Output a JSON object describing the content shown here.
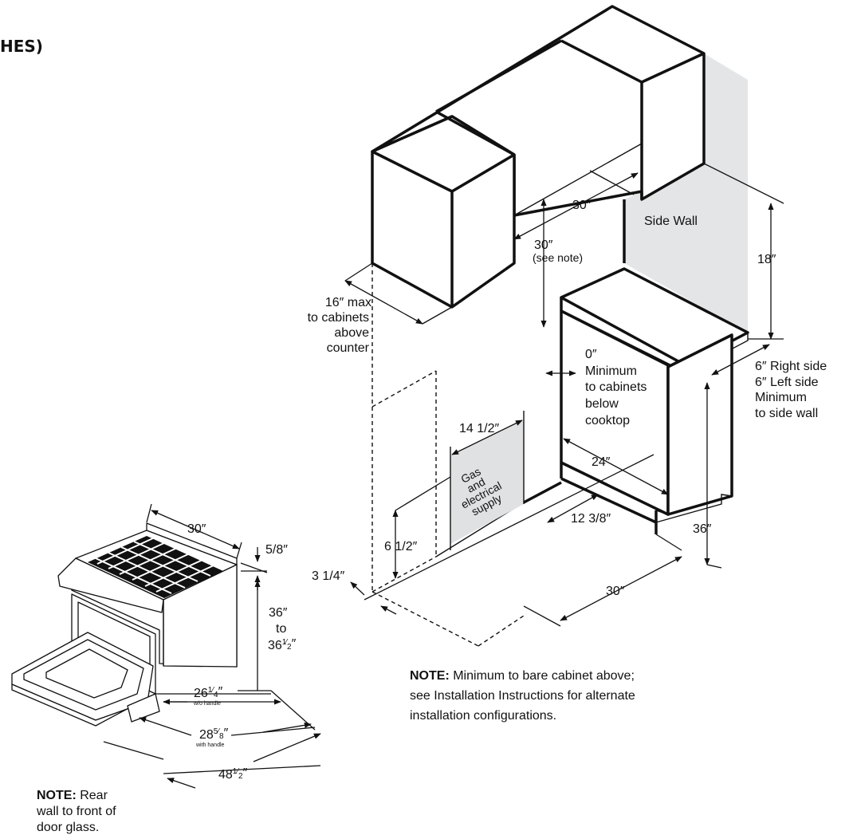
{
  "title_fragment": "HES)",
  "colors": {
    "side_wall_shade": "#e4e5e7",
    "supply_shade": "#e0e1e3",
    "line": "#111111"
  },
  "installation": {
    "side_wall_label": "Side Wall",
    "dim_30_upper": "30″",
    "dim_30_clearance": "30″",
    "see_note": "(see note)",
    "dim_18": "18″",
    "cabinet_depth_l1": "16″ max",
    "cabinet_depth_l2": "to cabinets",
    "cabinet_depth_l3": "above",
    "cabinet_depth_l4": "counter",
    "zero_l1": "0″",
    "zero_l2": "Minimum",
    "zero_l3": "to cabinets",
    "zero_l4": "below",
    "zero_l5": "cooktop",
    "side_l1": "6″ Right side",
    "side_l2": "6″ Left side",
    "side_l3": "Minimum",
    "side_l4": "to side wall",
    "dim_14_half": "14 1/2″",
    "supply_l1": "Gas",
    "supply_l2": "and",
    "supply_l3": "electrical",
    "supply_l4": "supply",
    "dim_24": "24″",
    "dim_12_38": "12 3/8″",
    "dim_6_half": "6 1/2″",
    "dim_3_14": "3 1/4″",
    "dim_36": "36″",
    "dim_30_lower": "30″",
    "note_bold": "NOTE:",
    "note_l1": " Minimum to bare cabinet above;",
    "note_l2": "see Installation Instructions for alternate",
    "note_l3": "installation configurations."
  },
  "range": {
    "width": "30″",
    "cooktop_gap": "5/8″",
    "height_l1": "36″",
    "height_l2": "to",
    "height_l3_whole": "36",
    "height_l3_num": "1",
    "height_l3_den": "2",
    "height_l3_mark": "″",
    "depth1_whole": "26",
    "depth1_num": "1",
    "depth1_den": "4",
    "depth1_mark": "″",
    "depth1_sub": "w/o handle",
    "depth2_whole": "28",
    "depth2_num": "5",
    "depth2_den": "8",
    "depth2_mark": "″",
    "depth2_sub": "with handle",
    "depth3_whole": "48",
    "depth3_num": "1",
    "depth3_den": "2",
    "depth3_mark": "″",
    "note_bold": "NOTE:",
    "note_l1": " Rear",
    "note_l2": "wall to front of",
    "note_l3": "door glass."
  }
}
